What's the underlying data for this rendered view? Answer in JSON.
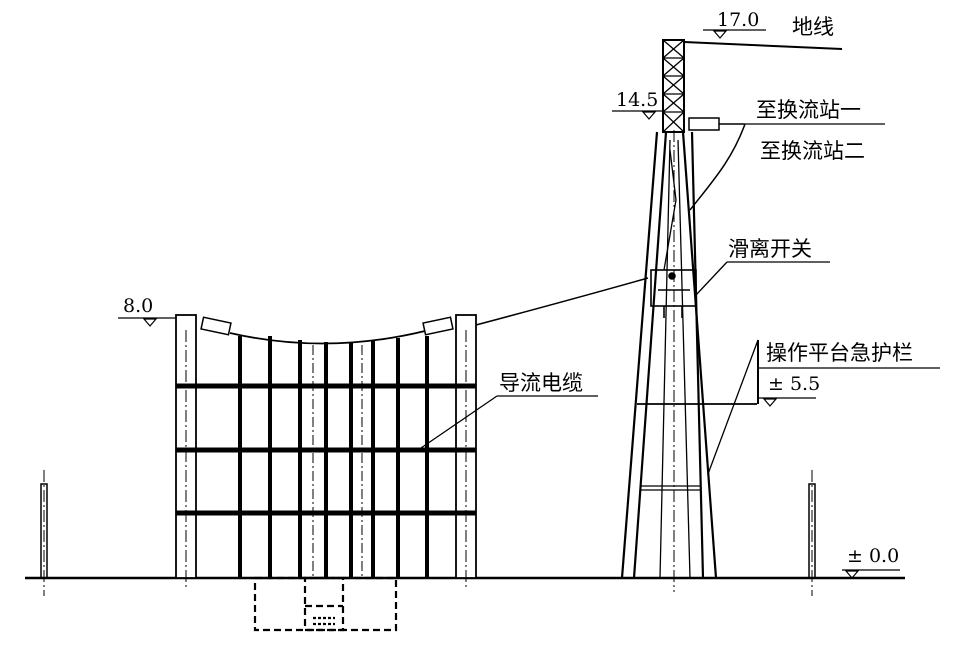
{
  "elevations": {
    "ground_wire": "17.0",
    "crossarm": "14.5",
    "beam": "8.0",
    "platform": "± 5.5",
    "ground": "± 0.0"
  },
  "labels": {
    "ground_wire": "地线",
    "to_station_1": "至换流站一",
    "to_station_2": "至换流站二",
    "disconnector": "滑离开关",
    "platform_railing": "操作平台急护栏",
    "diversion_cable": "导流电缆"
  },
  "colors": {
    "line": "#000000",
    "background": "#ffffff"
  }
}
